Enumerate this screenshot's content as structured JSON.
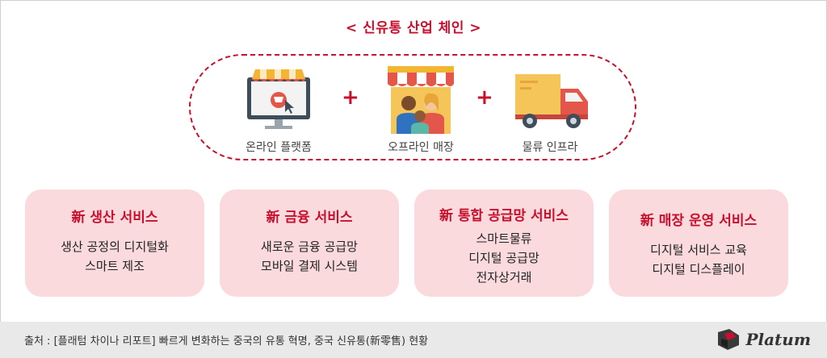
{
  "title": "< 신유통 산업 체인 >",
  "chain": {
    "items": [
      {
        "label": "온라인 플랫폼",
        "icon": "online-platform-icon"
      },
      {
        "label": "오프라인 매장",
        "icon": "offline-store-icon"
      },
      {
        "label": "물류 인프라",
        "icon": "logistics-truck-icon"
      }
    ],
    "plus": "+"
  },
  "cards": [
    {
      "title": "新 생산 서비스",
      "lines": [
        "생산 공정의 디지털화",
        "스마트 제조"
      ]
    },
    {
      "title": "新 금융 서비스",
      "lines": [
        "새로운 금융 공급망",
        "모바일 결제 시스템"
      ]
    },
    {
      "title": "新 통합 공급망 서비스",
      "lines": [
        "스마트물류",
        "디지털 공급망",
        "전자상거래"
      ]
    },
    {
      "title": "新 매장 운영 서비스",
      "lines": [
        "디지털 서비스 교육",
        "디지털 디스플레이"
      ]
    }
  ],
  "footer": {
    "source": "출처 : [플래텀 차이나 리포트] 빠르게 변화하는 중국의 유통 혁명, 중국 신유통(新零售) 현황",
    "logo": "Platum"
  },
  "colors": {
    "accent": "#c8102e",
    "card_bg": "#fadadd",
    "footer_bg": "#e9e9e9"
  }
}
